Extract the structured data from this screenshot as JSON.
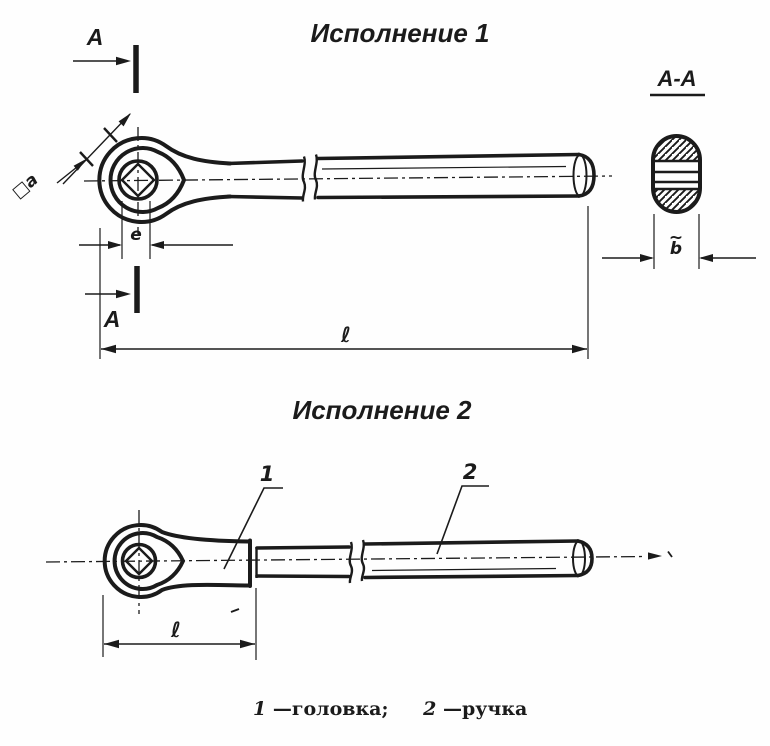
{
  "meta": {
    "ink": "#1b1b1b",
    "paper": "#fefefe"
  },
  "view1": {
    "title": "Исполнение 1",
    "section_arrow_label_top": "А",
    "section_arrow_label_bottom": "А",
    "dim_square_a": "□a",
    "dim_e": "e",
    "dim_length": "ℓ"
  },
  "section_view": {
    "title": "А-А",
    "dim_b_tilde": "~",
    "dim_b": "b"
  },
  "view2": {
    "title": "Исполнение 2",
    "part1_number": "1",
    "part2_number": "2",
    "dim_length": "ℓ"
  },
  "caption": {
    "num1": "1",
    "label1": "—головка;",
    "num2": "2",
    "label2": "—ручка"
  }
}
